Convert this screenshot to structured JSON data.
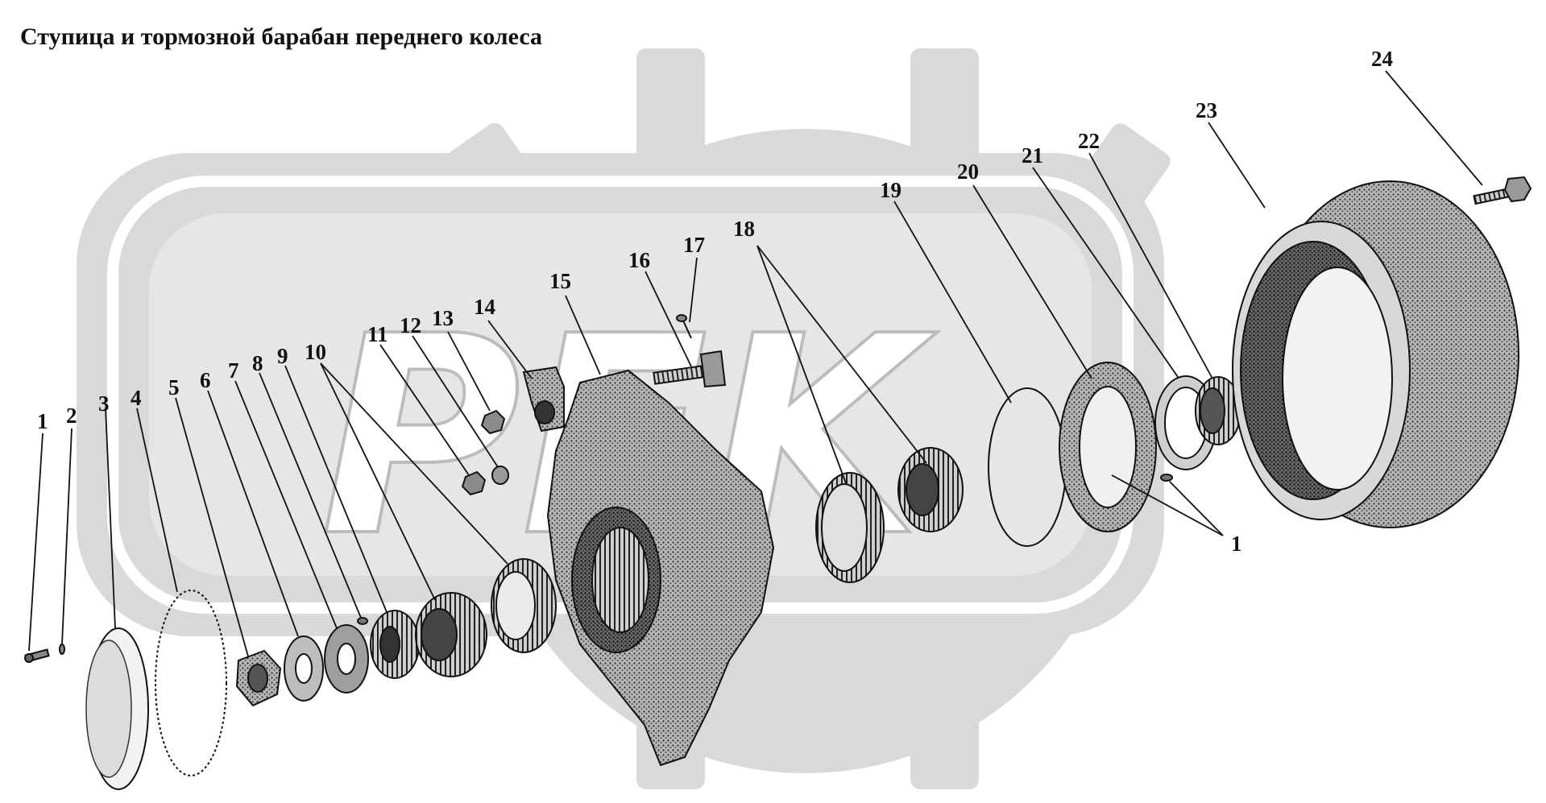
{
  "title": "Ступица и тормозной барабан переднего колеса",
  "watermark": {
    "text": "PEK",
    "color": "#d9d9d9"
  },
  "colors": {
    "ink": "#111111",
    "part_fill": "#a8a8a8",
    "part_dark": "#5a5a5a",
    "paper": "#ffffff"
  },
  "callouts": [
    "1",
    "2",
    "3",
    "4",
    "5",
    "6",
    "7",
    "8",
    "9",
    "10",
    "11",
    "12",
    "13",
    "14",
    "15",
    "16",
    "17",
    "18",
    "19",
    "20",
    "21",
    "22",
    "23",
    "24",
    "1"
  ]
}
